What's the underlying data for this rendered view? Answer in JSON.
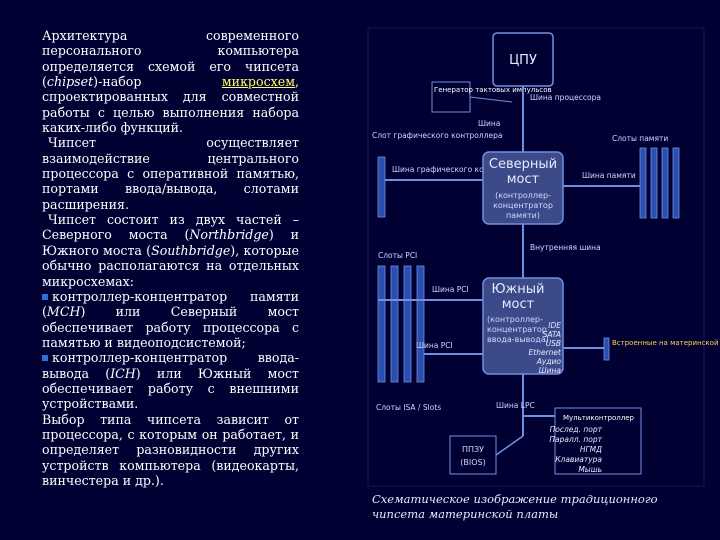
{
  "text": {
    "p1_a": "Архитектура современного персонального компьютера определяется схемой его чипсета (",
    "p1_chipset": "chipset",
    "p1_b": ")-набор ",
    "p1_link": "микросхем",
    "p1_c": ", спроектированных для совместной работы с целью выполнения набора каких-либо функций.",
    "p2": "Чипсет осуществляет взаимодействие центрального процессора с оперативной памятью, портами ввода/вывода, слотами расширения.",
    "p3_a": "Чипсет состоит из двух частей – Северного моста (",
    "p3_nb": "Northbridge",
    "p3_b": ") и Южного моста (",
    "p3_sb": "Southbridge",
    "p3_c": "), которые обычно располагаются на отдельных микросхемах:",
    "b1_a": "контроллер-концентратор памяти (",
    "b1_abbr": "MCH",
    "b1_b": ") или Северный мост обеспечивает работу процессора с памятью и видеоподсистемой;",
    "b2_a": "контроллер-концентратор ввода-вывода (",
    "b2_abbr": "ICH",
    "b2_b": ") или Южный мост обеспечивает работу с внешними устройствами.",
    "p4": "Выбор типа чипсета зависит от процессора, с которым он работает, и определяет разновидности других устройств компьютера (видеокарты, винчестера и др.)."
  },
  "diagram": {
    "cpu": "ЦПУ",
    "clock": "Генератор тактовых импульсов",
    "cpu_bus": "Шина процессора",
    "cpu_slot": "Шина",
    "agp_slot": "Слот графического контроллера",
    "agp_bus": "Шина графического контроллера",
    "nb_title_1": "Северный",
    "nb_title_2": "мост",
    "nb_sub_1": "(контроллер-",
    "nb_sub_2": "концентратор",
    "nb_sub_3": "памяти)",
    "memory_slots": "Слоты памяти",
    "memory_bus": "Шина памяти",
    "internal_bus": "Внутренняя шина",
    "pci_slots": "Слоты PCI",
    "pci_bus": "Шина PCI",
    "sb_title_1": "Южный",
    "sb_title_2": "мост",
    "sb_sub_1": "(контроллер-",
    "sb_sub_2": "концентратор",
    "sb_sub_3": "ввода-вывода)",
    "ports": [
      "IDE",
      "SATA",
      "USB",
      "Ethernet",
      "Аудио",
      "Шина"
    ],
    "pci_bus_2": "Шина PCI",
    "onboard": "Встроенные на материнской плате",
    "isa_slots": "Слоты ISA / Slots",
    "lpc_bus": "Шина LPC",
    "superio_title": "Мультиконтроллер",
    "superio_items": [
      "Послед. порт",
      "Паралл. порт",
      "НГМД",
      "Клавиатура",
      "Мышь"
    ],
    "bios_title": "ППЗУ",
    "bios_sub": "(BIOS)"
  },
  "caption": "Схематическое изображение традиционного чипсета материнской платы",
  "colors": {
    "background": "#000033",
    "diagram_line": "#6f8fe0",
    "box_fill": "#3d4a8a",
    "slot": "#2a4fb0",
    "link": "#ffff66",
    "accent": "#ffd34d"
  }
}
